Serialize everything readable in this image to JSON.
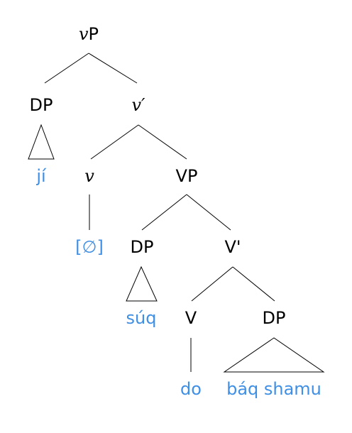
{
  "colors": {
    "line": "#000000",
    "label": "#000000",
    "leaf": "#3f8fe5"
  },
  "tree": {
    "root": {
      "label_italic": "v",
      "label_rest": "P"
    },
    "spec_dp": {
      "label": "DP",
      "leaf": "jí"
    },
    "v_bar": {
      "label_italic": "v",
      "label_rest": "′"
    },
    "v_head": {
      "label_italic": "v",
      "leaf": "[∅]"
    },
    "vp": {
      "label": "VP"
    },
    "vp_spec_dp": {
      "label": "DP",
      "leaf": "súq"
    },
    "V_bar": {
      "label": "V'"
    },
    "V_head": {
      "label": "V",
      "leaf": "do"
    },
    "comp_dp": {
      "label": "DP",
      "leaf": "báq shamu"
    }
  }
}
